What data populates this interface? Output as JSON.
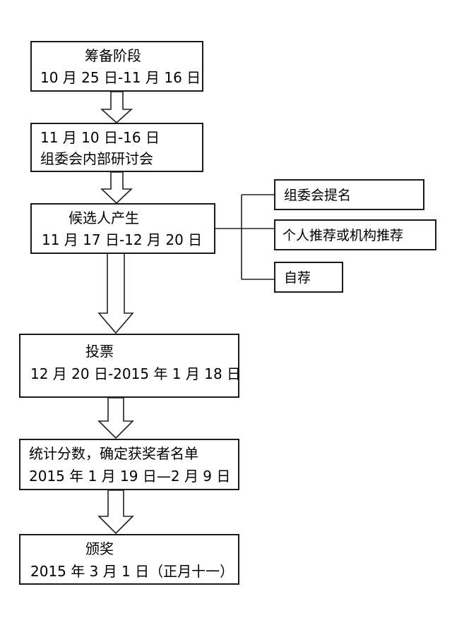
{
  "stages": [
    {
      "lines": [
        "筹备阶段",
        "10 月 25 日-11 月 16 日"
      ]
    },
    {
      "lines": [
        "11 月 10 日-16 日",
        "组委会内部研讨会"
      ]
    },
    {
      "lines": [
        "候选人产生",
        "11 月 17 日-12 月 20 日"
      ]
    },
    {
      "lines": [
        "投票",
        "12 月 20 日-2015 年 1 月 18 日"
      ]
    },
    {
      "lines": [
        "统计分数，确定获奖者名单",
        "2015 年 1 月 19 日—2 月 9 日"
      ]
    },
    {
      "lines": [
        "颁奖",
        "2015 年 3 月 1 日（正月十一）"
      ]
    }
  ],
  "candidate_sources": [
    "组委会提名",
    "个人推荐或机构推荐",
    "自荐"
  ]
}
